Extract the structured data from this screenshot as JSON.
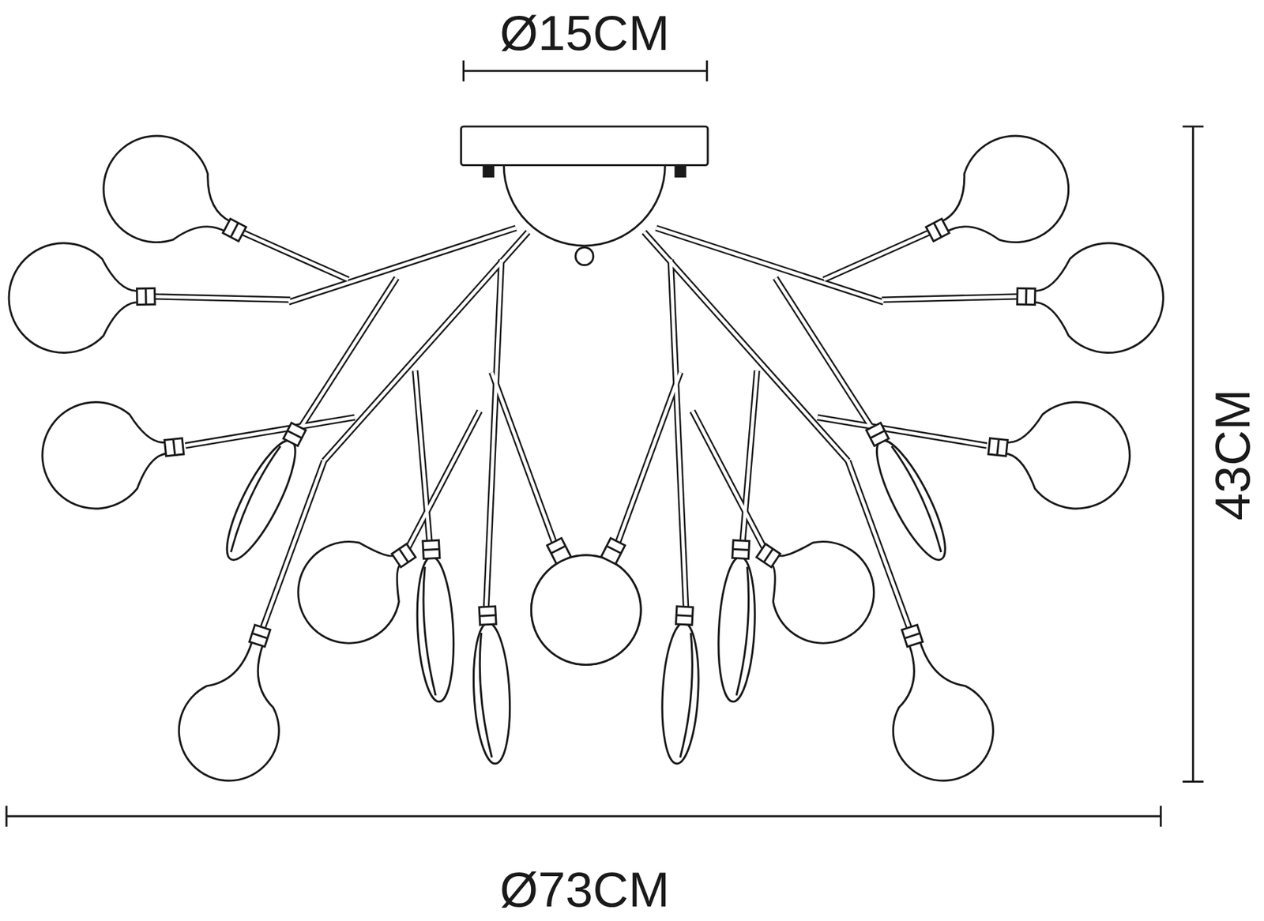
{
  "diagram": {
    "labels": [
      "Ø15CM",
      "43CM",
      "Ø73CM"
    ]
  }
}
